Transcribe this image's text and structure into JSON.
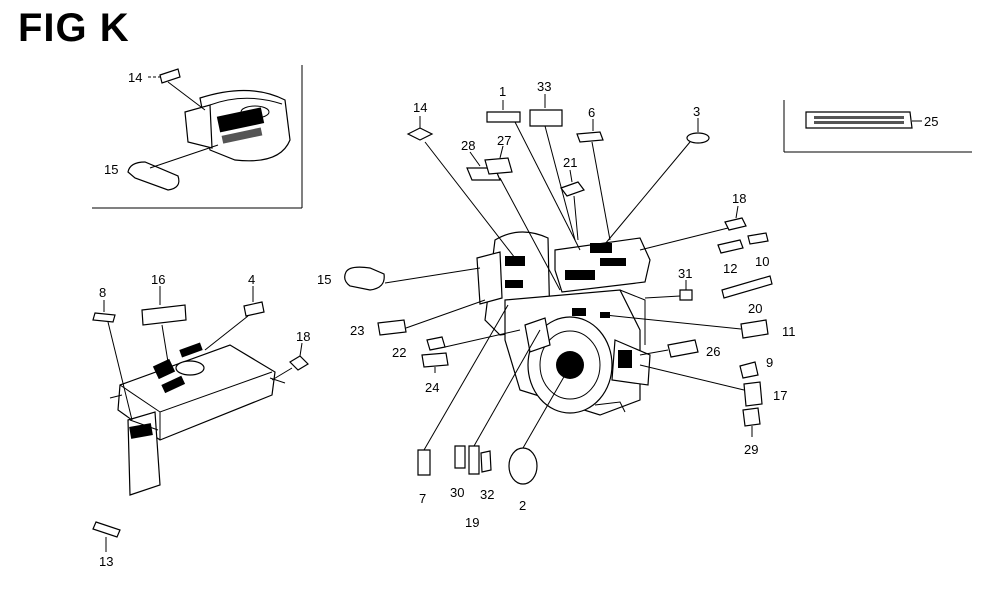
{
  "figure_title": "FIG K",
  "callouts": {
    "c1": "1",
    "c2": "2",
    "c3": "3",
    "c4": "4",
    "c6": "6",
    "c7": "7",
    "c8": "8",
    "c9": "9",
    "c10": "10",
    "c11": "11",
    "c12": "12",
    "c13": "13",
    "c14a": "14",
    "c14b": "14",
    "c15a": "15",
    "c15b": "15",
    "c16": "16",
    "c17": "17",
    "c18a": "18",
    "c18b": "18",
    "c19": "19",
    "c20": "20",
    "c21": "21",
    "c22": "22",
    "c23": "23",
    "c24": "24",
    "c25": "25",
    "c26": "26",
    "c27": "27",
    "c28": "28",
    "c29": "29",
    "c30": "30",
    "c31": "31",
    "c32": "32",
    "c33": "33"
  }
}
